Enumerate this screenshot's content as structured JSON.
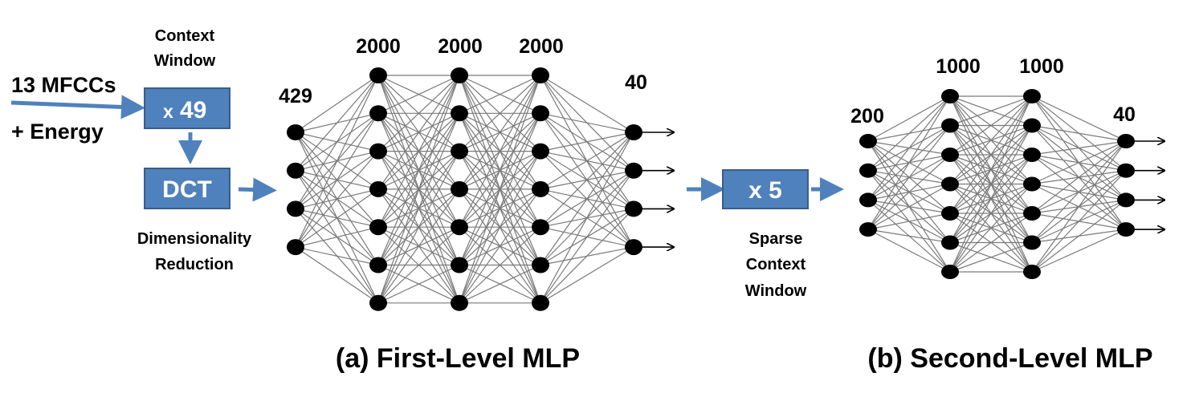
{
  "input": {
    "line1": "13 MFCCs",
    "line2": "+ Energy"
  },
  "context_window": {
    "label_line1": "Context",
    "label_line2": "Window",
    "box_prefix": "x",
    "box_value": "49"
  },
  "dct": {
    "box_label": "DCT",
    "caption_line1": "Dimensionality",
    "caption_line2": "Reduction"
  },
  "mlp1": {
    "title": "(a)  First-Level MLP",
    "layers": [
      {
        "size_label": "429",
        "nodes_drawn": 4
      },
      {
        "size_label": "2000",
        "nodes_drawn": 7
      },
      {
        "size_label": "2000",
        "nodes_drawn": 7
      },
      {
        "size_label": "2000",
        "nodes_drawn": 7
      },
      {
        "size_label": "40",
        "nodes_drawn": 4
      }
    ]
  },
  "sparse_context": {
    "box_label": "x 5",
    "caption_line1": "Sparse",
    "caption_line2": "Context",
    "caption_line3": "Window"
  },
  "mlp2": {
    "title": "(b)  Second-Level MLP",
    "layers": [
      {
        "size_label": "200",
        "nodes_drawn": 4
      },
      {
        "size_label": "1000",
        "nodes_drawn": 7
      },
      {
        "size_label": "1000",
        "nodes_drawn": 7
      },
      {
        "size_label": "40",
        "nodes_drawn": 4
      }
    ]
  },
  "colors": {
    "box_fill": "#4f81bd",
    "box_stroke": "#385d8a",
    "arrow": "#4f81bd",
    "edge": "#7a7a7a",
    "node": "#000000"
  }
}
